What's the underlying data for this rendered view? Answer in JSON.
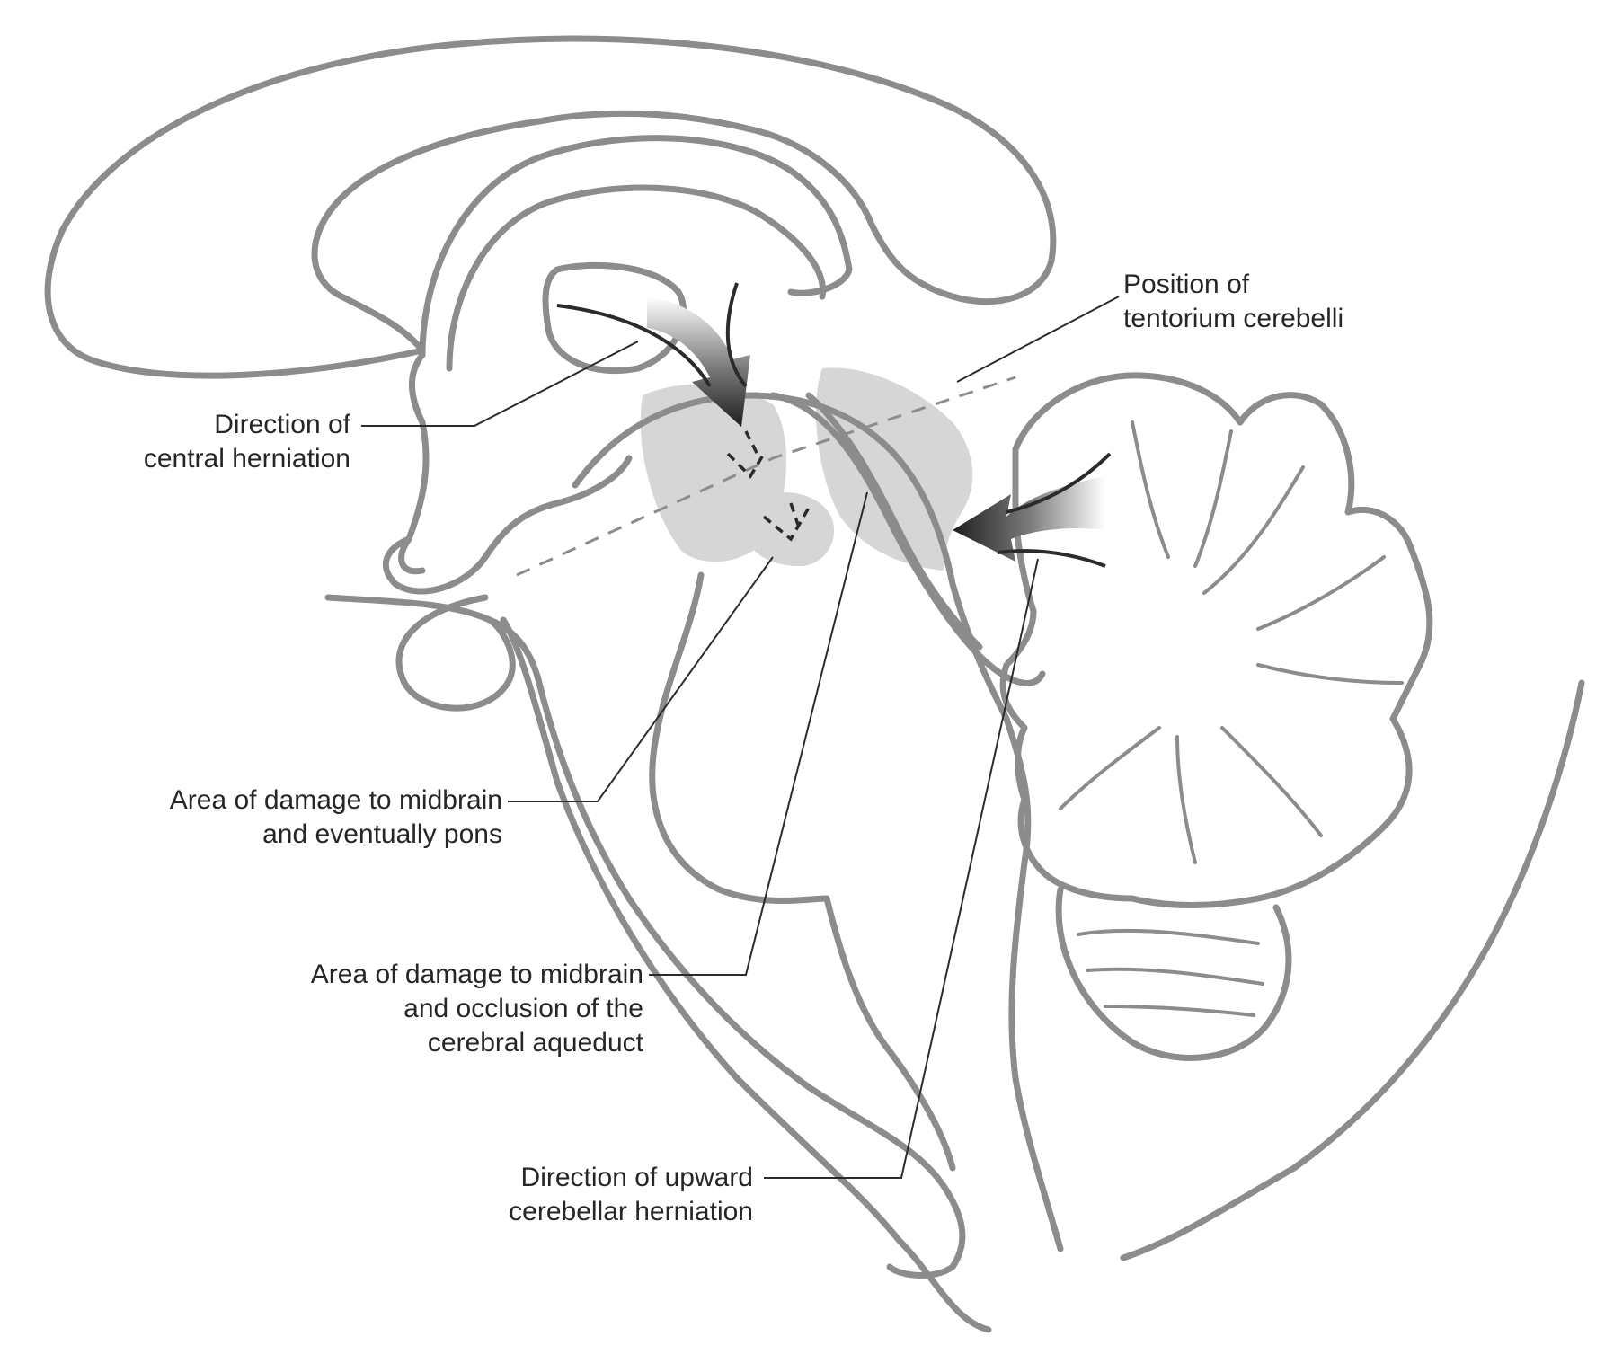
{
  "labels": {
    "tentorium": {
      "line1": "Position of",
      "line2": "tentorium cerebelli"
    },
    "central": {
      "line1": "Direction of",
      "line2": "central herniation"
    },
    "pons": {
      "line1": "Area of damage to midbrain",
      "line2": "and eventually pons"
    },
    "aqueduct": {
      "line1": "Area of damage to midbrain",
      "line2": "and occlusion of the",
      "line3": "cerebral aqueduct"
    },
    "upward": {
      "line1": "Direction of upward",
      "line2": "cerebellar herniation"
    }
  },
  "colors": {
    "outline": "#8c8c8c",
    "damage_zone": "#d6d6d6",
    "arrow": "#1e1e1e",
    "leader": "#2b2b2b"
  }
}
